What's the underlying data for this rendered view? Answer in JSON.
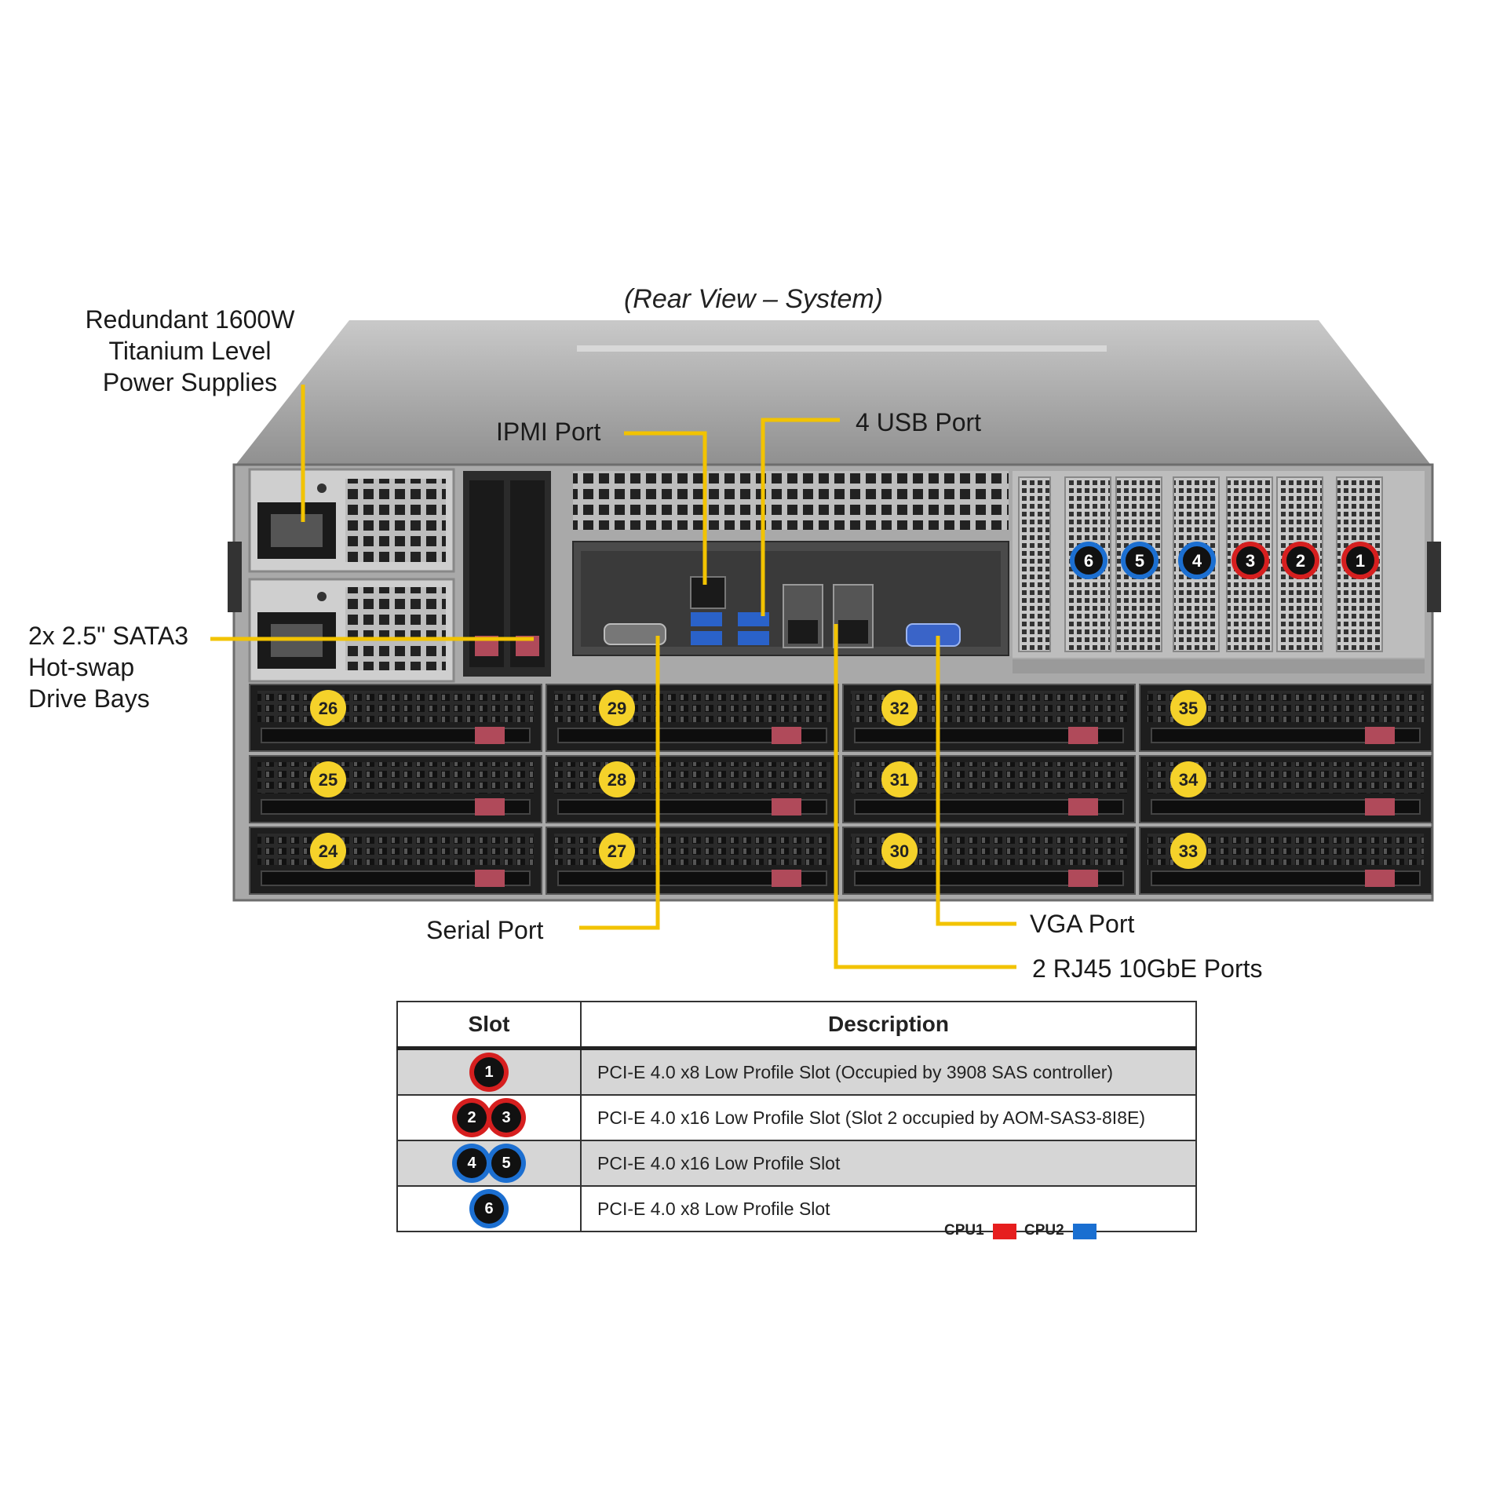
{
  "caption": "(Rear View – System)",
  "labels": {
    "psu": [
      "Redundant 1600W",
      "Titanium Level",
      "Power Supplies"
    ],
    "sata": [
      "2x 2.5\" SATA3",
      "Hot-swap",
      "Drive Bays"
    ],
    "ipmi": "IPMI Port",
    "usb": "4 USB Port",
    "serial": "Serial Port",
    "vga": "VGA Port",
    "rj45": "2 RJ45 10GbE Ports"
  },
  "drive_bays": [
    [
      "26",
      "29",
      "32",
      "35"
    ],
    [
      "25",
      "28",
      "31",
      "34"
    ],
    [
      "24",
      "27",
      "30",
      "33"
    ]
  ],
  "pcie_slots_rear": [
    {
      "num": "6",
      "cpu": "CPU2"
    },
    {
      "num": "5",
      "cpu": "CPU2"
    },
    {
      "num": "4",
      "cpu": "CPU2"
    },
    {
      "num": "3",
      "cpu": "CPU1"
    },
    {
      "num": "2",
      "cpu": "CPU1"
    },
    {
      "num": "1",
      "cpu": "CPU1"
    }
  ],
  "table": {
    "headers": [
      "Slot",
      "Description"
    ],
    "rows": [
      {
        "slots": [
          "1"
        ],
        "cpu": "CPU1",
        "description": "PCI-E  4.0 x8 Low Profile Slot (Occupied by 3908 SAS controller)"
      },
      {
        "slots": [
          "2",
          "3"
        ],
        "cpu": "CPU1",
        "description": "PCI-E  4.0 x16 Low Profile Slot (Slot 2 occupied by AOM-SAS3-8I8E)"
      },
      {
        "slots": [
          "4",
          "5"
        ],
        "cpu": "CPU2",
        "description": "PCI-E  4.0 x16 Low Profile Slot"
      },
      {
        "slots": [
          "6"
        ],
        "cpu": "CPU2",
        "description": "PCI-E  4.0 x8 Low Profile Slot"
      }
    ]
  },
  "legend": [
    {
      "label": "CPU1",
      "color": "#e61e1e"
    },
    {
      "label": "CPU2",
      "color": "#1a6fd1"
    }
  ],
  "colors": {
    "callout": "#f2c300",
    "badge": "#f5d22a",
    "cpu1": "#d61f1f",
    "cpu2": "#1c6fd1"
  }
}
